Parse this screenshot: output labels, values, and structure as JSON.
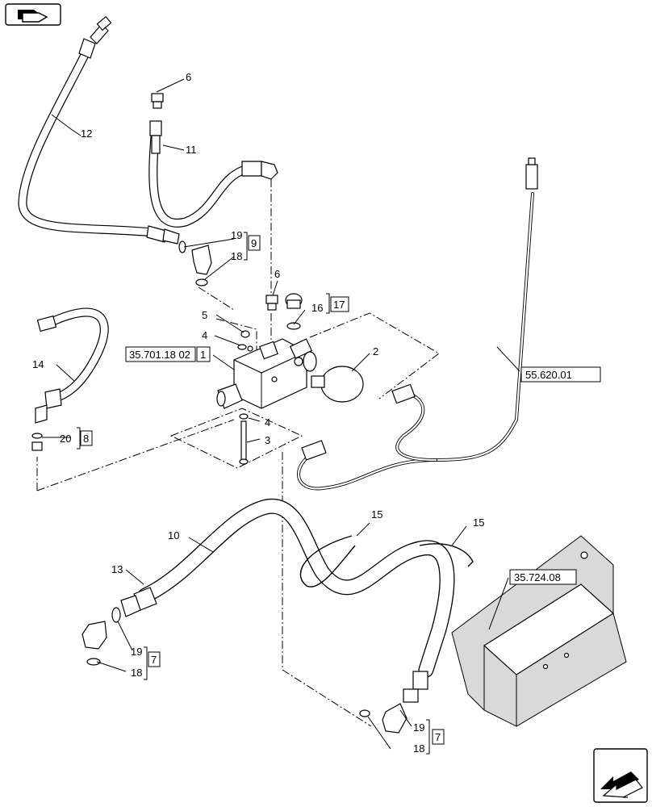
{
  "callouts": {
    "c1": "1",
    "c2": "2",
    "c3": "3",
    "c4a": "4",
    "c4b": "4",
    "c5": "5",
    "c6a": "6",
    "c6b": "6",
    "c7a": "7",
    "c7b": "7",
    "c8": "8",
    "c9": "9",
    "c10": "10",
    "c11": "11",
    "c12": "12",
    "c13": "13",
    "c14": "14",
    "c15a": "15",
    "c15b": "15",
    "c16": "16",
    "c17": "17",
    "c18a": "18",
    "c18b": "18",
    "c18c": "18",
    "c19a": "19",
    "c19b": "19",
    "c19c": "19",
    "c20": "20"
  },
  "references": {
    "ref_valve": "35.701.18 02",
    "ref_harness": "55.620.01",
    "ref_bracket": "35.724.08"
  },
  "icons": {
    "top_left": "navigation-arrow-icon",
    "bottom_right": "next-page-arrow-icon"
  }
}
